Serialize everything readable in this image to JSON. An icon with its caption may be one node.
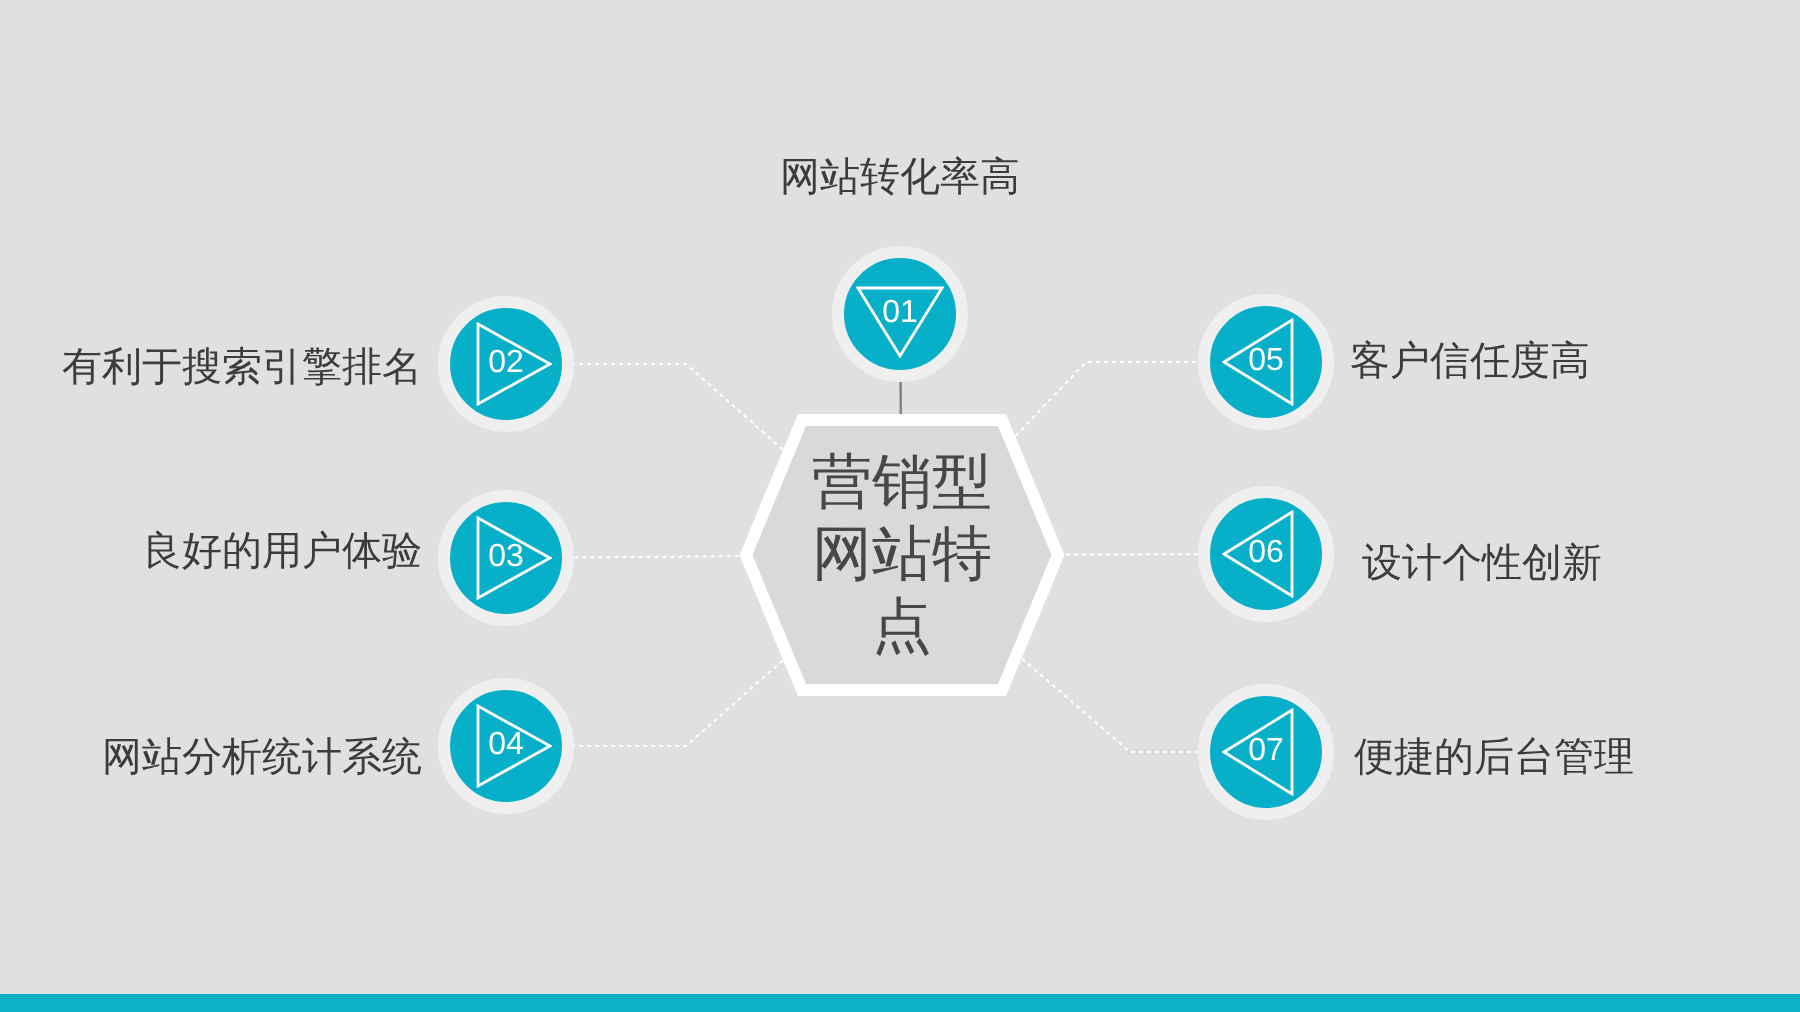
{
  "diagram": {
    "nodes": [
      {
        "text": [
          "营销型网站特点"
        ]
      },
      {
        "text": [
          "01"
        ],
        "beside": [
          "网站转化率高"
        ]
      },
      {
        "text": [
          "02"
        ],
        "beside": [
          "有利于搜索引擎排名"
        ]
      },
      {
        "text": [
          "03"
        ],
        "beside": [
          "良好的用户体验"
        ]
      },
      {
        "text": [
          "04"
        ],
        "beside": [
          "网站分析统计系统"
        ]
      },
      {
        "text": [
          "05"
        ],
        "beside": [
          "客户信任度高"
        ]
      },
      {
        "text": [
          "06"
        ],
        "beside": [
          "设计个性创新"
        ]
      },
      {
        "text": [
          "07"
        ],
        "beside": [
          "便捷的后台管理"
        ]
      }
    ],
    "edges": [
      {
        "from": 0,
        "to": 1,
        "arrow": "none",
        "color": "#7f7f7f"
      },
      {
        "from": 0,
        "to": 2,
        "arrow": "none",
        "style": "dashed"
      },
      {
        "from": 0,
        "to": 3,
        "arrow": "none",
        "style": "dashed"
      },
      {
        "from": 0,
        "to": 4,
        "arrow": "none",
        "style": "dashed"
      },
      {
        "from": 0,
        "to": 5,
        "arrow": "none",
        "style": "dashed"
      },
      {
        "from": 0,
        "to": 6,
        "arrow": "none",
        "style": "dashed"
      },
      {
        "from": 0,
        "to": 7,
        "arrow": "none",
        "style": "dashed"
      }
    ]
  }
}
